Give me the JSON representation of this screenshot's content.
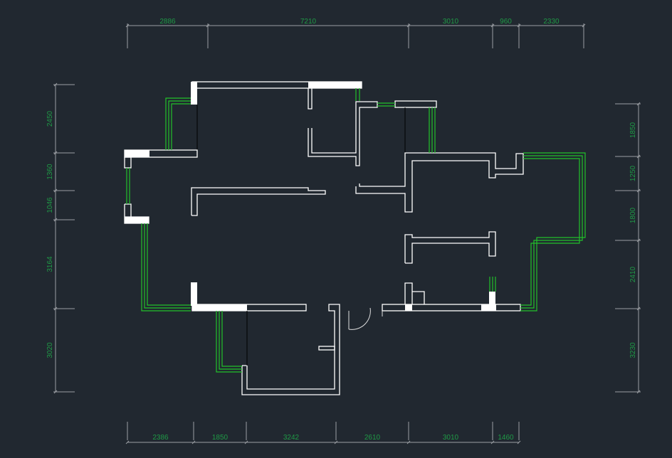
{
  "drawing": {
    "type": "floor plan",
    "dimensions": {
      "top": [
        "2886",
        "7210",
        "3010",
        "960",
        "2330"
      ],
      "bottom": [
        "2386",
        "1850",
        "3242",
        "2610",
        "3010",
        "1460"
      ],
      "left": [
        "2450",
        "1360",
        "1046",
        "3164",
        "3020"
      ],
      "right": [
        "1850",
        "1250",
        "1800",
        "2410",
        "3230"
      ]
    },
    "colors": {
      "background": "#212830",
      "wall": "#ffffff",
      "window": "#22c12a",
      "dimension_text": "#1f9a46",
      "dimension_line": "#9a9ea3"
    }
  }
}
